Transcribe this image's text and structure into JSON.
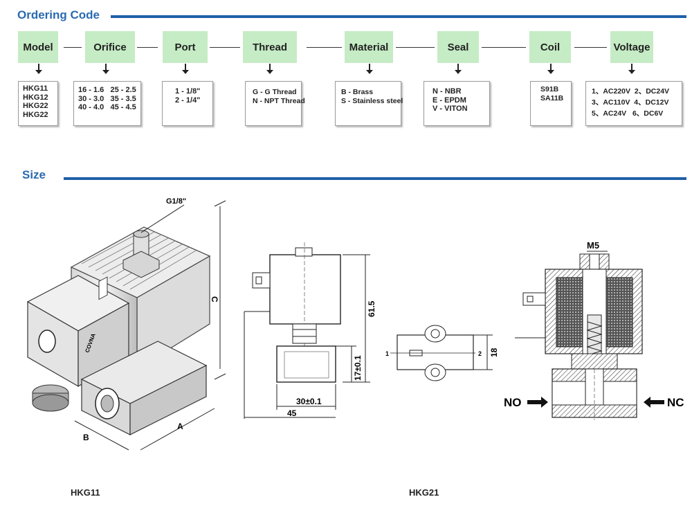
{
  "ordering": {
    "title": "Ordering Code",
    "fields": [
      {
        "label": "Model",
        "options": [
          "HKG11",
          "HKG12",
          "HKG22",
          "HKG22"
        ]
      },
      {
        "label": "Orifice",
        "options": [
          "16 - 1.6   25 - 2.5",
          "30 - 3.0   35 - 3.5",
          "40 - 4.0   45 - 4.5"
        ]
      },
      {
        "label": "Port",
        "options": [
          "1 - 1/8\"",
          "2 - 1/4\""
        ]
      },
      {
        "label": "Thread",
        "options": [
          "G - G Thread",
          "N - NPT Thread"
        ]
      },
      {
        "label": "Material",
        "options": [
          "B - Brass",
          "S - Stainless steel"
        ]
      },
      {
        "label": "Seal",
        "options": [
          "N - NBR",
          "E - EPDM",
          "V - VITON"
        ]
      },
      {
        "label": "Coil",
        "options": [
          "S91B",
          "SA11B"
        ]
      },
      {
        "label": "Voltage",
        "options": [
          "1、AC220V  2、DC24V",
          "3、AC110V  4、DC12V",
          "5、AC24V   6、DC6V"
        ]
      }
    ]
  },
  "size": {
    "title": "Size",
    "iso": {
      "port_label": "G1/8\"",
      "dim_a": "A",
      "dim_b": "B",
      "dim_c": "C",
      "brand": "COVNA"
    },
    "side": {
      "dim_height": "61.5",
      "dim_body": "17±0.1",
      "dim_inner": "30±0.1",
      "dim_width": "45"
    },
    "top": {
      "pin1": "1",
      "pin2": "2",
      "dim": "18"
    },
    "section": {
      "m5": "M5",
      "no": "NO",
      "nc": "NC"
    },
    "captions": {
      "left": "HKG11",
      "right": "HKG21"
    }
  },
  "colors": {
    "accent": "#1f5fa8",
    "title": "#2a6ab0",
    "header_box": "#c5ecc5"
  }
}
